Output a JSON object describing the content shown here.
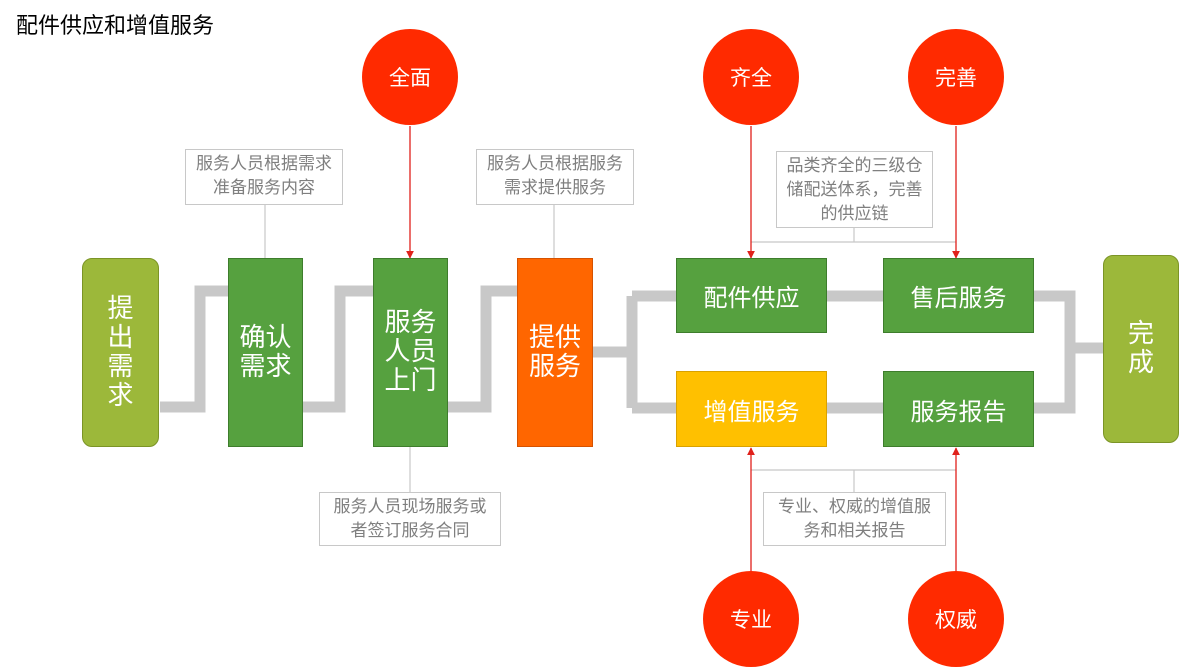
{
  "title": "配件供应和增值服务",
  "steps": {
    "request": "提出需求",
    "confirm": "确认需求",
    "visit": "服务人员上门",
    "provide": "提供服务",
    "done": "完成"
  },
  "branches": {
    "parts_supply": "配件供应",
    "after_sales": "售后服务",
    "value_added": "增值服务",
    "service_report": "服务报告"
  },
  "circles": {
    "comprehensive": "全面",
    "complete": "齐全",
    "perfect": "完善",
    "professional": "专业",
    "authoritative": "权威"
  },
  "notes": {
    "confirm_note": "服务人员根据需求准备服务内容",
    "provide_note": "服务人员根据服务需求提供服务",
    "visit_note": "服务人员现场服务或者签订服务合同",
    "supply_note": "品类齐全的三级仓储配送体系，完善的供应链",
    "report_note": "专业、权威的增值服务和相关报告"
  },
  "colors": {
    "step_green": "#56a13f",
    "endpoint_olive": "#9cb83a",
    "highlight_orange": "#ff6600",
    "highlight_yellow": "#ffc000",
    "circle_red": "#ff2a00",
    "connector_gray": "#c8c8c8",
    "arrow_red": "#e0211b"
  }
}
